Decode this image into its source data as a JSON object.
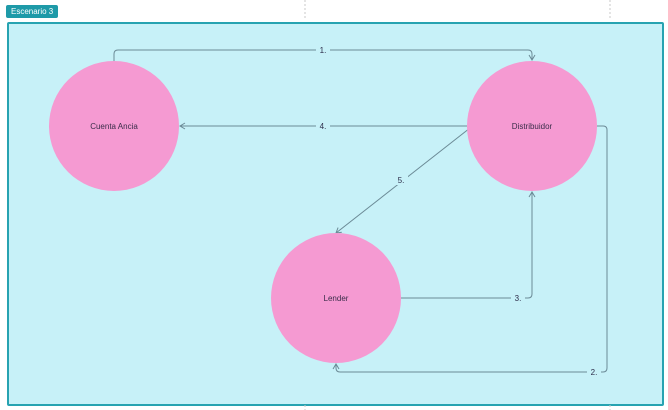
{
  "frame": {
    "title": "Escenario 3"
  },
  "nodes": [
    {
      "label": "Cuenta Ancia"
    },
    {
      "label": "Distribuidor"
    },
    {
      "label": "Lender"
    }
  ],
  "edges": [
    {
      "label": "1."
    },
    {
      "label": "2."
    },
    {
      "label": "3."
    },
    {
      "label": "4."
    },
    {
      "label": "5."
    }
  ],
  "colors": {
    "frame_bg": "#c7f1f8",
    "frame_border": "#27a3b1",
    "node": "#f59ad2",
    "edge": "#6b8a96"
  }
}
